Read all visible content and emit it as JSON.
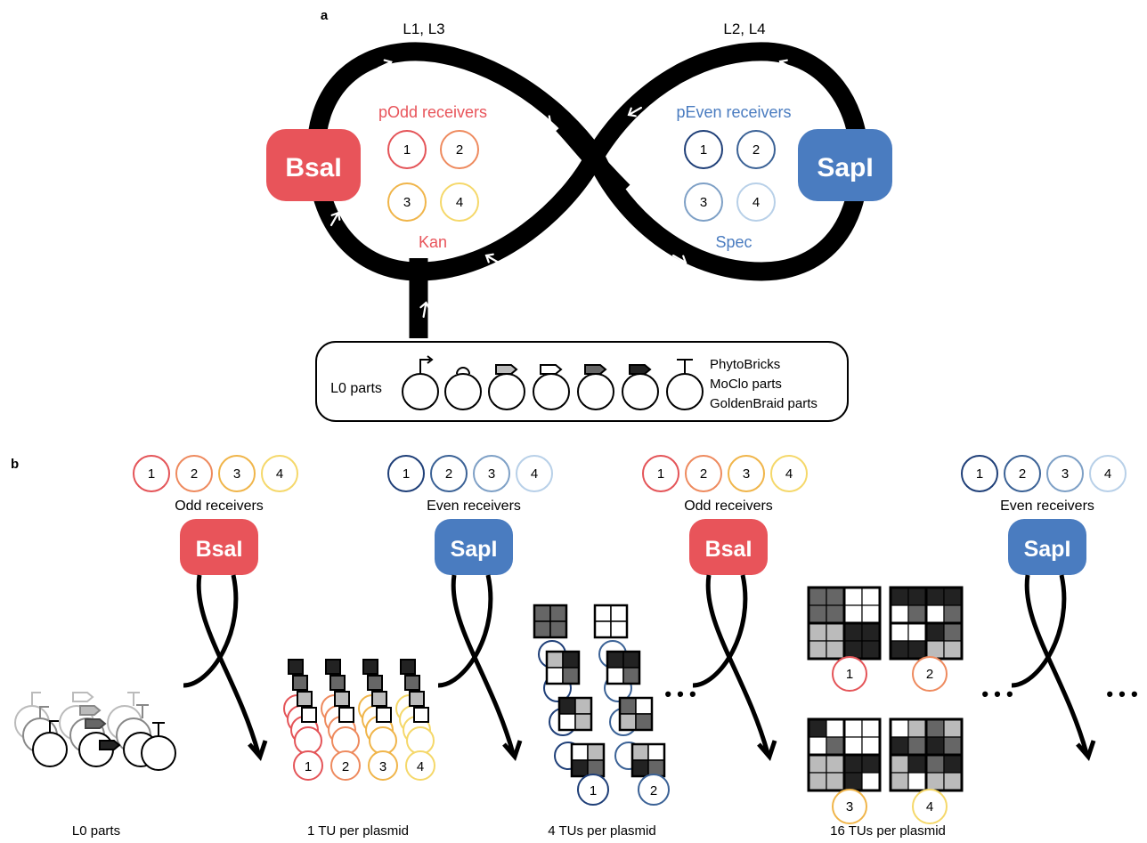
{
  "panel_a": {
    "label": "a",
    "loop_left_label": "L1, L3",
    "loop_right_label": "L2, L4",
    "left_enzyme": "BsaI",
    "right_enzyme": "SapI",
    "odd_title": "pOdd receivers",
    "even_title": "pEven receivers",
    "odd_marker": "Kan",
    "even_marker": "Spec",
    "receivers": [
      "1",
      "2",
      "3",
      "4"
    ],
    "l0_label": "L0 parts",
    "l0_sources": [
      "PhytoBricks",
      "MoClo parts",
      "GoldenBraid parts"
    ]
  },
  "panel_b": {
    "label": "b",
    "stages": [
      {
        "receiver_label": "Odd receivers",
        "enzyme": "BsaI",
        "color": "red",
        "numbers": [
          "1",
          "2",
          "3",
          "4"
        ]
      },
      {
        "receiver_label": "Even receivers",
        "enzyme": "SapI",
        "color": "blue",
        "numbers": [
          "1",
          "2",
          "3",
          "4"
        ]
      },
      {
        "receiver_label": "Odd receivers",
        "enzyme": "BsaI",
        "color": "red",
        "numbers": [
          "1",
          "2",
          "3",
          "4"
        ]
      },
      {
        "receiver_label": "Even receivers",
        "enzyme": "SapI",
        "color": "blue",
        "numbers": [
          "1",
          "2",
          "3",
          "4"
        ]
      }
    ],
    "bottom_labels": [
      "L0 parts",
      "1 TU per plasmid",
      "4 TUs per plasmid",
      "16 TUs per plasmid"
    ],
    "tu1_numbers": [
      "1",
      "2",
      "3",
      "4"
    ],
    "tu4_numbers": [
      "1",
      "2"
    ],
    "tu16_numbers": [
      "1",
      "2",
      "3",
      "4"
    ],
    "ellipsis": "• • •"
  },
  "colors": {
    "bsai": "#e8545a",
    "sapi": "#4a7cc0",
    "odd": [
      "#e45458",
      "#ee8a5e",
      "#f0b54a",
      "#f5d86a"
    ],
    "even": [
      "#1f3f78",
      "#3b6296",
      "#7ea0c6",
      "#b8d0e8"
    ],
    "odd_title": "#e8545a",
    "even_title": "#4a7cc0"
  }
}
